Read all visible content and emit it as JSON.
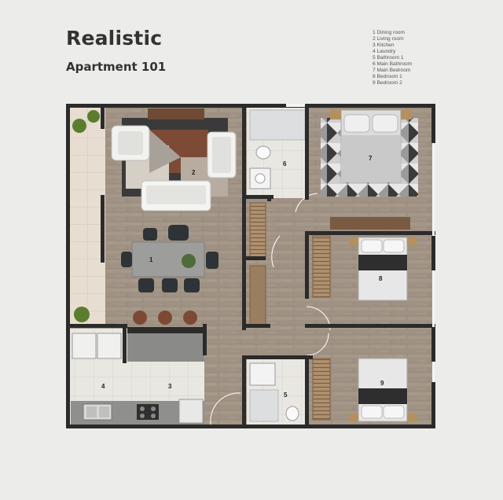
{
  "header": {
    "title": "Realistic",
    "subtitle": "Apartment 101"
  },
  "legend": [
    "1 Dining room",
    "2 Living room",
    "3 Kitchen",
    "4 Laundry",
    "5 Bathroom 1",
    "6 Main Bathroom",
    "7 Main Bedroom",
    "8 Bedroom 1",
    "9 Bedroom 2"
  ],
  "rooms": {
    "dining": "1",
    "living": "2",
    "kitchen": "3",
    "laundry": "4",
    "bath1": "5",
    "main_bath": "6",
    "main_bed": "7",
    "bed1": "8",
    "bed2": "9"
  },
  "colors": {
    "background": "#ececea",
    "wall": "#2b2b2b",
    "wood_floor": "#a4968a",
    "tile_floor": "#e6e4df",
    "balcony": "#e3d9cd"
  }
}
